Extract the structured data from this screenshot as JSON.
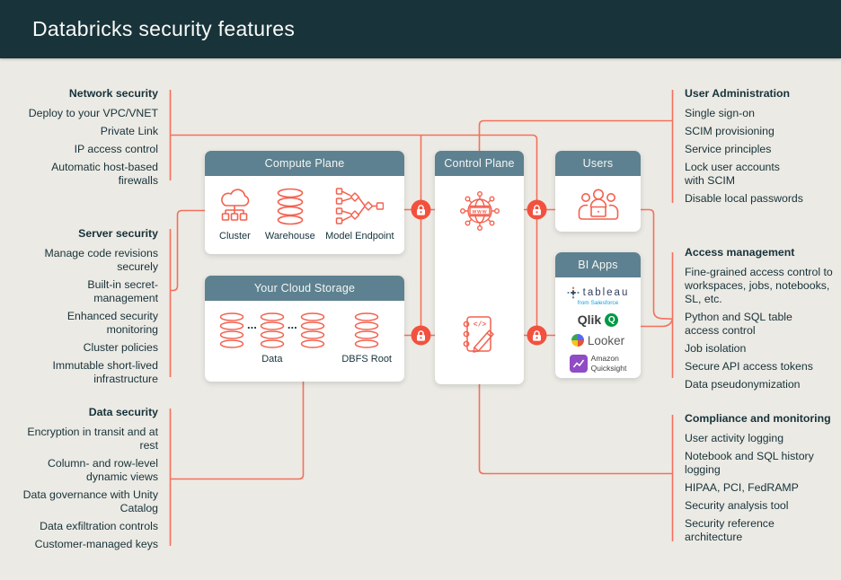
{
  "header": {
    "title": "Databricks security features"
  },
  "colors": {
    "band_bg": "#18333A",
    "page_bg": "#ECEAE4",
    "panel_header": "#5D8190",
    "line": "#F4705C",
    "lock": "#F2513E",
    "icon_stroke": "#F4604E",
    "text": "#16323A"
  },
  "left_sections": [
    {
      "title": "Network security",
      "items": [
        "Deploy to your VPC/VNET",
        "Private Link",
        "IP access control",
        "Automatic host-based firewalls"
      ]
    },
    {
      "title": "Server security",
      "items": [
        "Manage code revisions securely",
        "Built-in secret-management",
        "Enhanced security monitoring",
        "Cluster policies",
        "Immutable short-lived infrastructure"
      ]
    },
    {
      "title": "Data security",
      "items": [
        "Encryption in transit and at rest",
        "Column- and row-level dynamic views",
        "Data governance with Unity Catalog",
        "Data exfiltration controls",
        "Customer-managed keys"
      ]
    }
  ],
  "right_sections": [
    {
      "title": "User Administration",
      "items": [
        "Single sign-on",
        "SCIM provisioning",
        "Service principles",
        "Lock user accounts with SCIM",
        "Disable local passwords"
      ]
    },
    {
      "title": "Access management",
      "items": [
        "Fine-grained access control to workspaces, jobs, notebooks, SL, etc.",
        "Python and SQL table access control",
        "Job isolation",
        "Secure API access tokens",
        "Data pseudonymization"
      ]
    },
    {
      "title": "Compliance and monitoring",
      "items": [
        "User activity logging",
        "Notebook and SQL history logging",
        "HIPAA, PCI, FedRAMP",
        "Security analysis tool",
        "Security reference architecture"
      ]
    }
  ],
  "boxes": {
    "compute": {
      "title": "Compute Plane",
      "labels": [
        "Cluster",
        "Warehouse",
        "Model Endpoint"
      ]
    },
    "storage": {
      "title": "Your Cloud Storage",
      "labels": [
        "Data",
        "DBFS Root"
      ],
      "dots": "..."
    },
    "control": {
      "title": "Control Plane",
      "globe_label": "www",
      "code_label": "</>"
    },
    "users": {
      "title": "Users"
    },
    "biapps": {
      "title": "BI Apps",
      "tableau": "tableau",
      "tableau_sub": "from Salesforce",
      "qlik": "Qlik",
      "qlik_q": "Q",
      "looker": "Looker",
      "quicksight_line1": "Amazon",
      "quicksight_line2": "Quicksight"
    }
  }
}
